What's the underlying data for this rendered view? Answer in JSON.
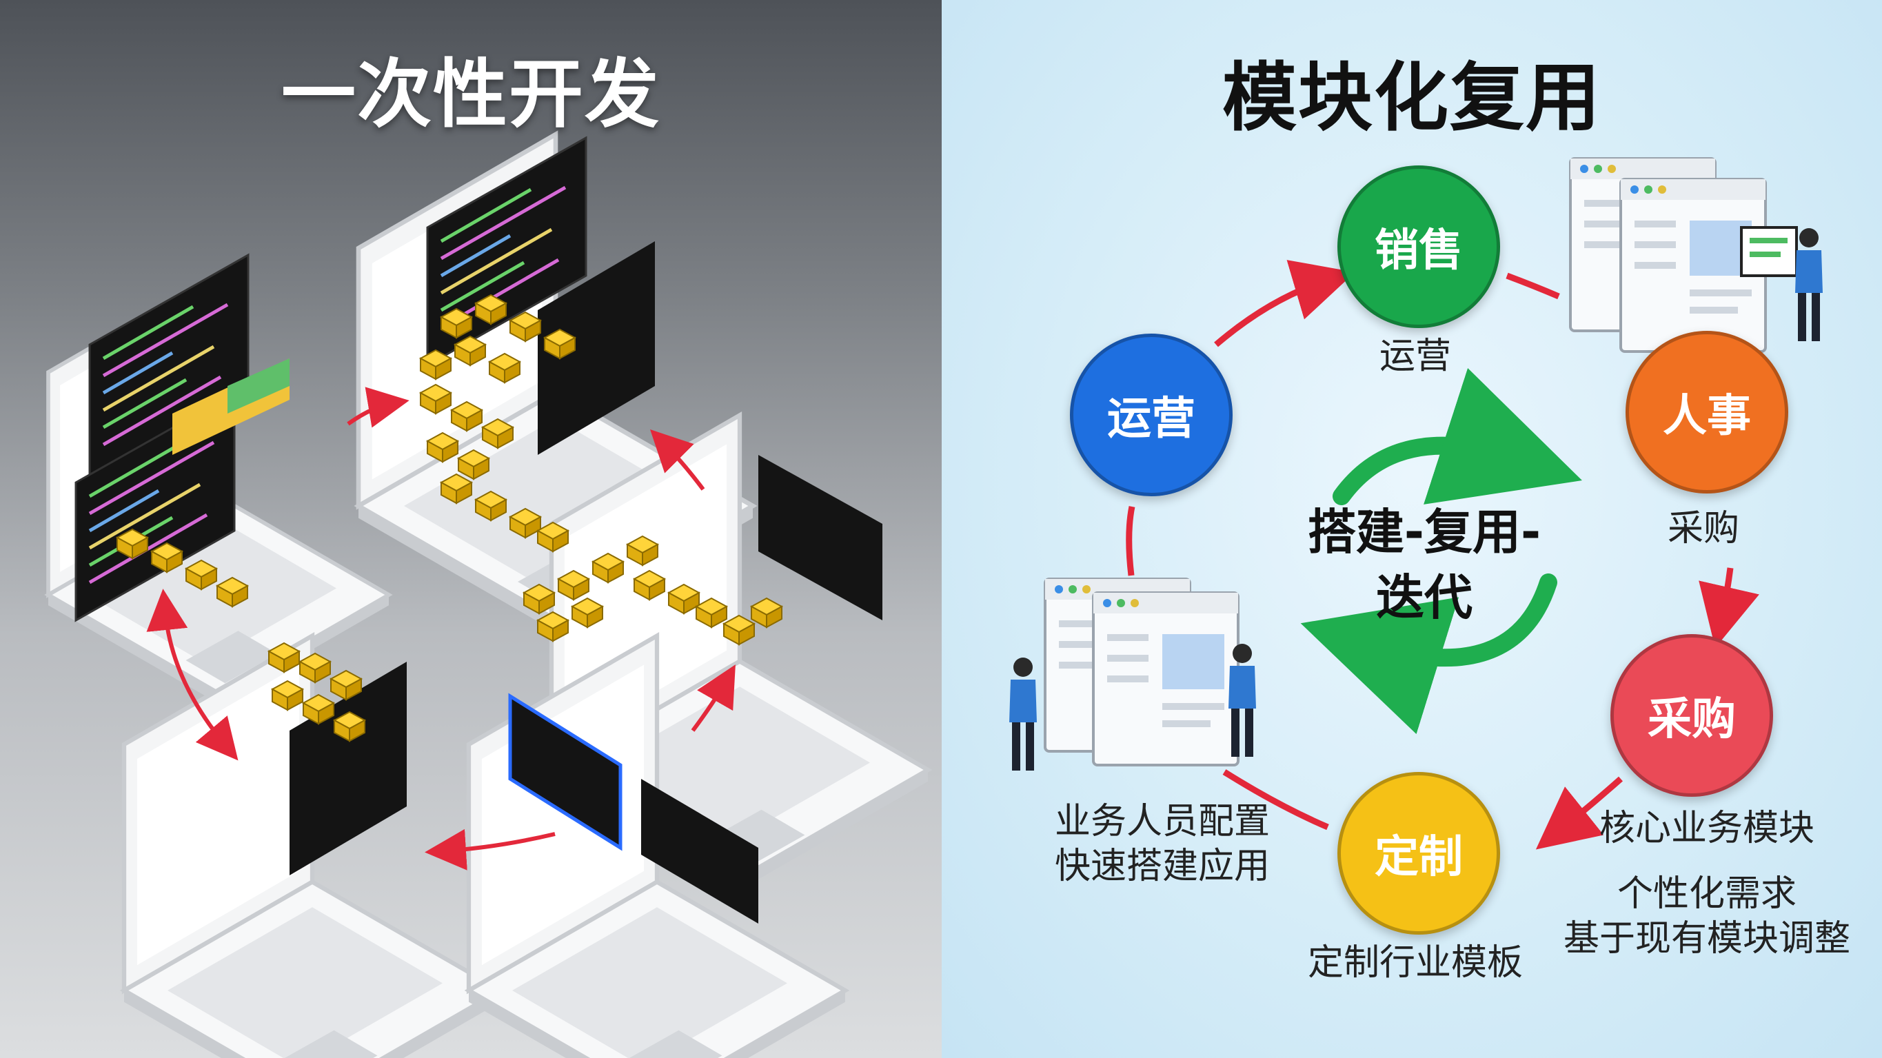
{
  "left_panel": {
    "title": "一次性开发"
  },
  "right_panel": {
    "title": "模块化复用",
    "center_text_line1": "搭建-复用-",
    "center_text_line2": "迭代",
    "nodes": [
      {
        "id": "sales",
        "label": "销售",
        "color": "#19a74b"
      },
      {
        "id": "hr",
        "label": "人事",
        "color": "#f07021"
      },
      {
        "id": "procurement",
        "label": "采购",
        "color": "#ea4a57"
      },
      {
        "id": "custom",
        "label": "定制",
        "color": "#f5c116"
      },
      {
        "id": "operations",
        "label": "运营",
        "color": "#1e6fe0"
      }
    ],
    "captions": {
      "under_sales": "运营",
      "under_hr": "采购",
      "core_module": "核心业务模块",
      "personalization_line1": "个性化需求",
      "personalization_line2": "基于现有模块调整",
      "under_custom": "定制行业模板",
      "config_line1": "业务人员配置",
      "config_line2": "快速搭建应用"
    },
    "arrow_color": "#e3283a",
    "cycle_color": "#1fae4f"
  }
}
